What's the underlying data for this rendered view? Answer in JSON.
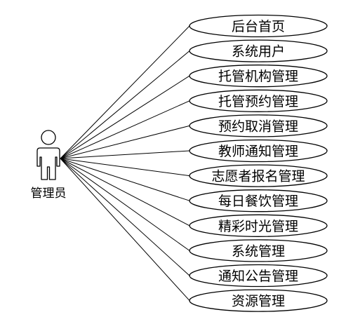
{
  "actor": {
    "label": "管理员"
  },
  "use_cases": [
    {
      "label": "后台首页"
    },
    {
      "label": "系统用户"
    },
    {
      "label": "托管机构管理"
    },
    {
      "label": "托管预约管理"
    },
    {
      "label": "预约取消管理"
    },
    {
      "label": "教师通知管理"
    },
    {
      "label": "志愿者报名管理"
    },
    {
      "label": "每日餐饮管理"
    },
    {
      "label": "精彩时光管理"
    },
    {
      "label": "系统管理"
    },
    {
      "label": "通知公告管理"
    },
    {
      "label": "资源管理"
    }
  ]
}
